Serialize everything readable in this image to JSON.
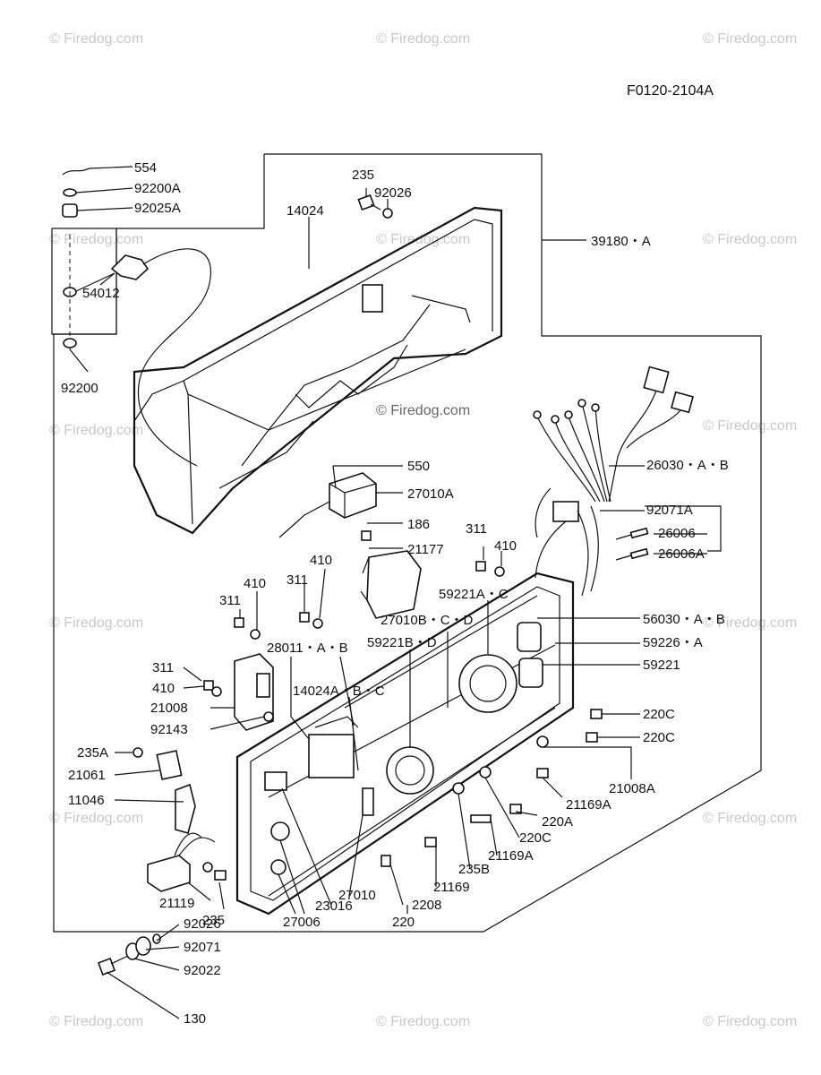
{
  "diagram_code": "F0120-2104A",
  "watermarks": [
    "© Firedog.com",
    "© Firedog.com",
    "© Firedog.com",
    "© Firedog.com",
    "© Firedog.com",
    "© Firedog.com",
    "© Firedog.com",
    "© Firedog.com",
    "© Firedog.com",
    "© Firedog.com",
    "© Firedog.com",
    "© Firedog.com",
    "© Firedog.com",
    "© Firedog.com",
    "© Firedog.com",
    "© Firedog.com"
  ],
  "callouts": [
    "554",
    "92200A",
    "92025A",
    "54012",
    "92200",
    "235",
    "92026",
    "14024",
    "39180・A",
    "550",
    "27010A",
    "186",
    "21177",
    "311",
    "410",
    "26030・A・B",
    "92071A",
    "26006",
    "26006A",
    "59221A・C",
    "56030・A・B",
    "59226・A",
    "59221",
    "311",
    "410",
    "311",
    "410",
    "28011・A・B",
    "27010B・C・D",
    "59221B・D",
    "14024A・B・C",
    "311",
    "410",
    "21008",
    "92143",
    "220C",
    "220C",
    "21008A",
    "235A",
    "21061",
    "11046",
    "21169A",
    "220A",
    "220C",
    "21169A",
    "235B",
    "21169",
    "2208",
    "220",
    "27010",
    "23016",
    "27006",
    "235",
    "21119",
    "92026",
    "92071",
    "92022",
    "130"
  ]
}
